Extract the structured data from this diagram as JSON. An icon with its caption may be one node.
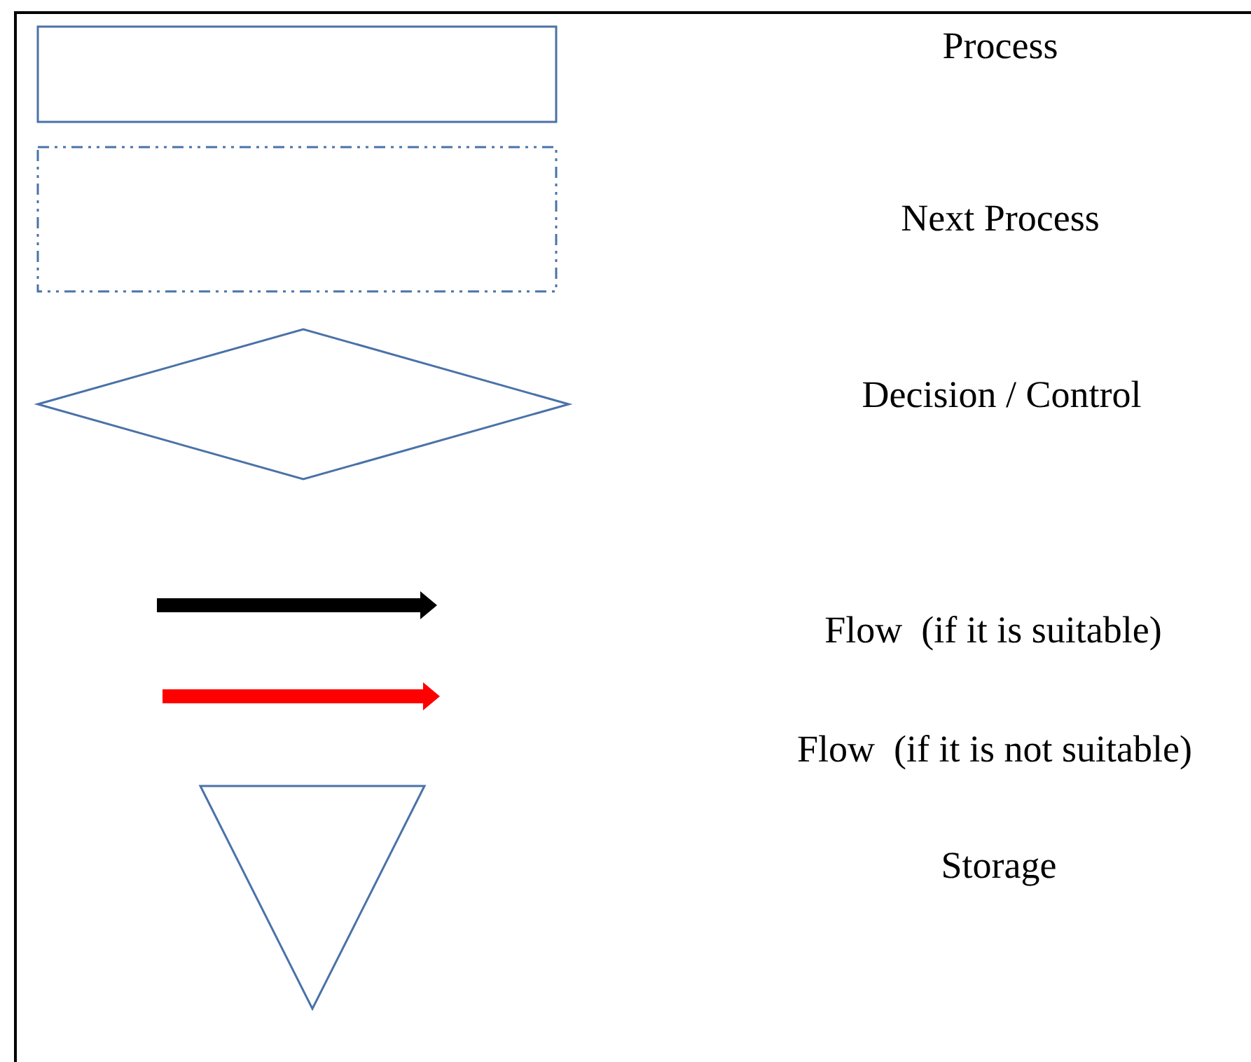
{
  "diagram": {
    "legend": [
      {
        "text": "Process"
      },
      {
        "text": "Next Process"
      },
      {
        "text": "Decision / Control"
      },
      {
        "text": "Flow  (if it is suitable)"
      },
      {
        "text": "Flow  (if it is not suitable)"
      },
      {
        "text": "Storage"
      }
    ]
  }
}
